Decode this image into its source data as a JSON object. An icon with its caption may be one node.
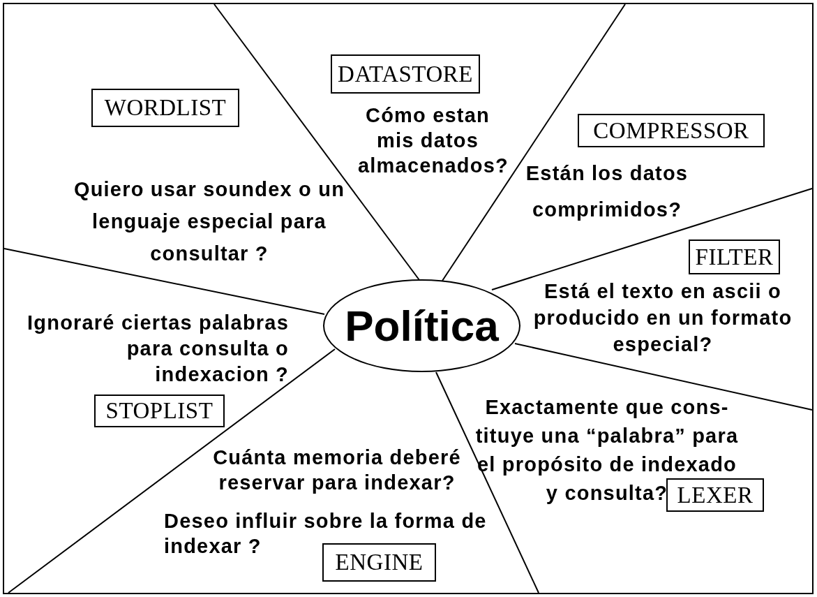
{
  "diagram": {
    "nodes": [
      {
        "text": [
          "DATASTORE"
        ]
      },
      {
        "text": [
          "WORDLIST"
        ]
      },
      {
        "text": [
          "COMPRESSOR"
        ]
      },
      {
        "text": [
          "FILTER"
        ]
      },
      {
        "text": [
          "Política"
        ]
      },
      {
        "text": [
          "STOPLIST"
        ]
      },
      {
        "text": [
          "LEXER"
        ]
      },
      {
        "text": [
          "ENGINE"
        ]
      }
    ],
    "labels": [
      "Cómo estan mis datos almacenados?",
      "Están los datos comprimidos?",
      "Quiero usar soundex o un lenguaje especial para consultar ?",
      "Está el texto en ascii o producido en un formato especial?",
      "Ignoraré ciertas palabras para consulta o indexacion ?",
      "Exactamente que cons- tituye una “palabra” para el propósito de indexado y consulta?",
      "Cuánta memoria deberé reservar para indexar?",
      "Deseo influir sobre la forma de indexar ?"
    ]
  }
}
